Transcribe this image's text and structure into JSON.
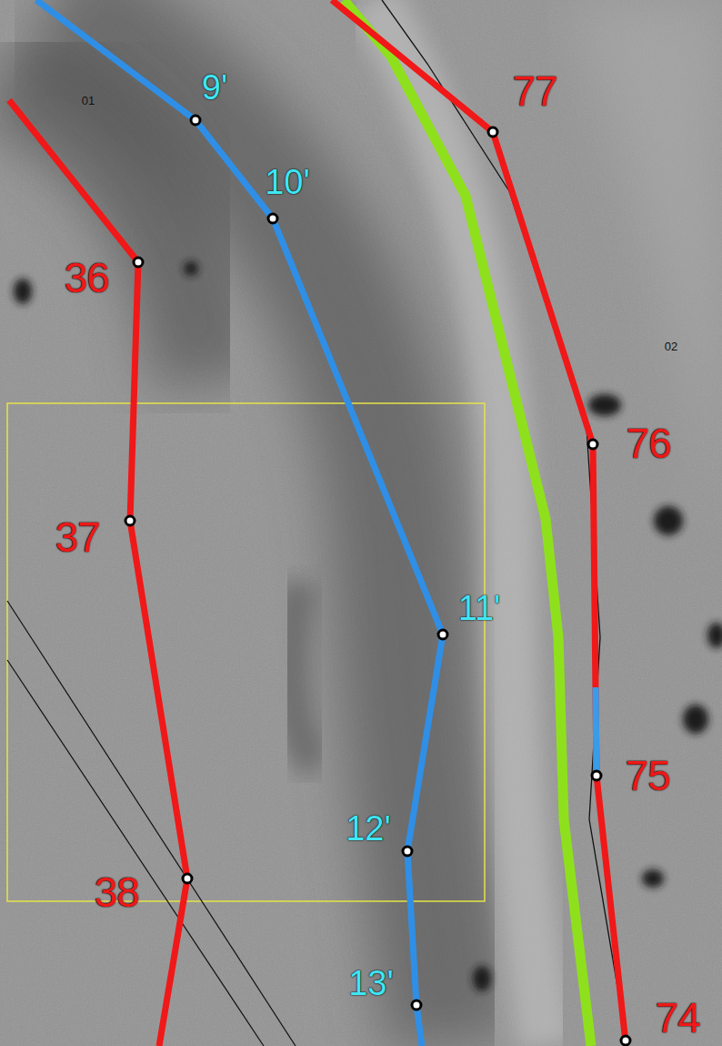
{
  "diagram": {
    "labels": [
      "01",
      "9'",
      "10'",
      "77",
      "36",
      "02",
      "76",
      "37",
      "11'",
      "75",
      "12'",
      "38",
      "13'",
      "74"
    ]
  }
}
